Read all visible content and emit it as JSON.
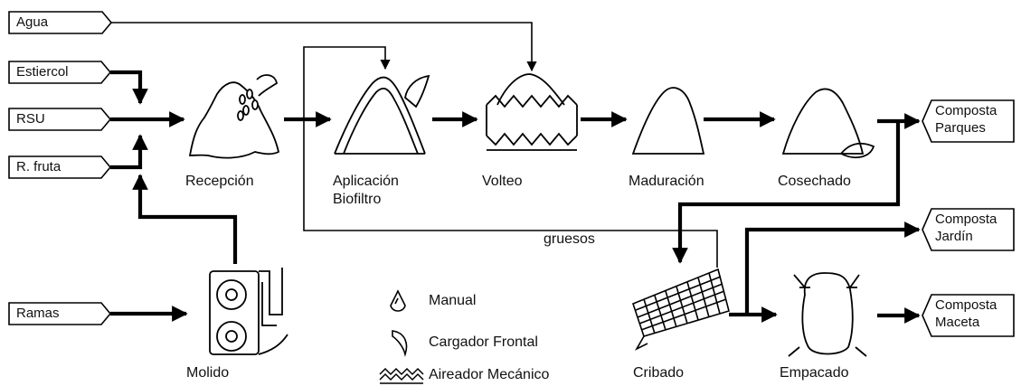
{
  "inputs": {
    "agua": "Agua",
    "estiercol": "Estiercol",
    "rsu": "RSU",
    "fruta": "R. fruta",
    "ramas": "Ramas"
  },
  "stages": {
    "recepcion": "Recepción",
    "aplicacion_line1": "Aplicación",
    "aplicacion_line2": "Biofiltro",
    "volteo": "Volteo",
    "maduracion": "Maduración",
    "cosechado": "Cosechado",
    "molido": "Molido",
    "cribado": "Cribado",
    "empacado": "Empacado"
  },
  "flow_labels": {
    "gruesos": "gruesos"
  },
  "outputs": {
    "parques": [
      "Composta",
      "Parques"
    ],
    "jardin": [
      "Composta",
      "Jardín"
    ],
    "maceta": [
      "Composta",
      "Maceta"
    ]
  },
  "legend": {
    "manual": "Manual",
    "cargador": "Cargador Frontal",
    "aireador": "Aireador Mecánico"
  }
}
